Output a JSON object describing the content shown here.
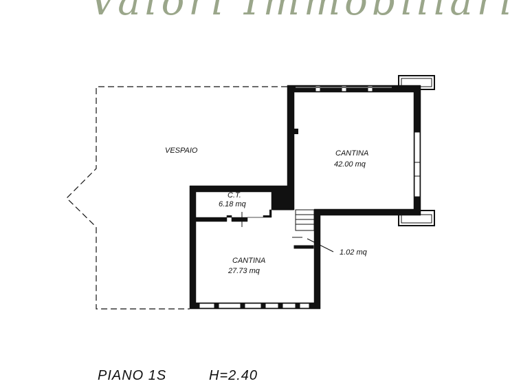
{
  "logo": {
    "text": "Valori Immobiliari",
    "color": "#9aa68a"
  },
  "rooms": [
    {
      "name": "VESPAIO",
      "area": ""
    },
    {
      "name": "CANTINA",
      "area": "42.00 mq"
    },
    {
      "name": "C.T.",
      "area": "6.18 mq"
    },
    {
      "name": "CANTINA",
      "area": "27.73 mq"
    }
  ],
  "annotation": {
    "area": "1.02 mq"
  },
  "footer": {
    "floor": "PIANO  1S",
    "height": "H=2.40"
  }
}
